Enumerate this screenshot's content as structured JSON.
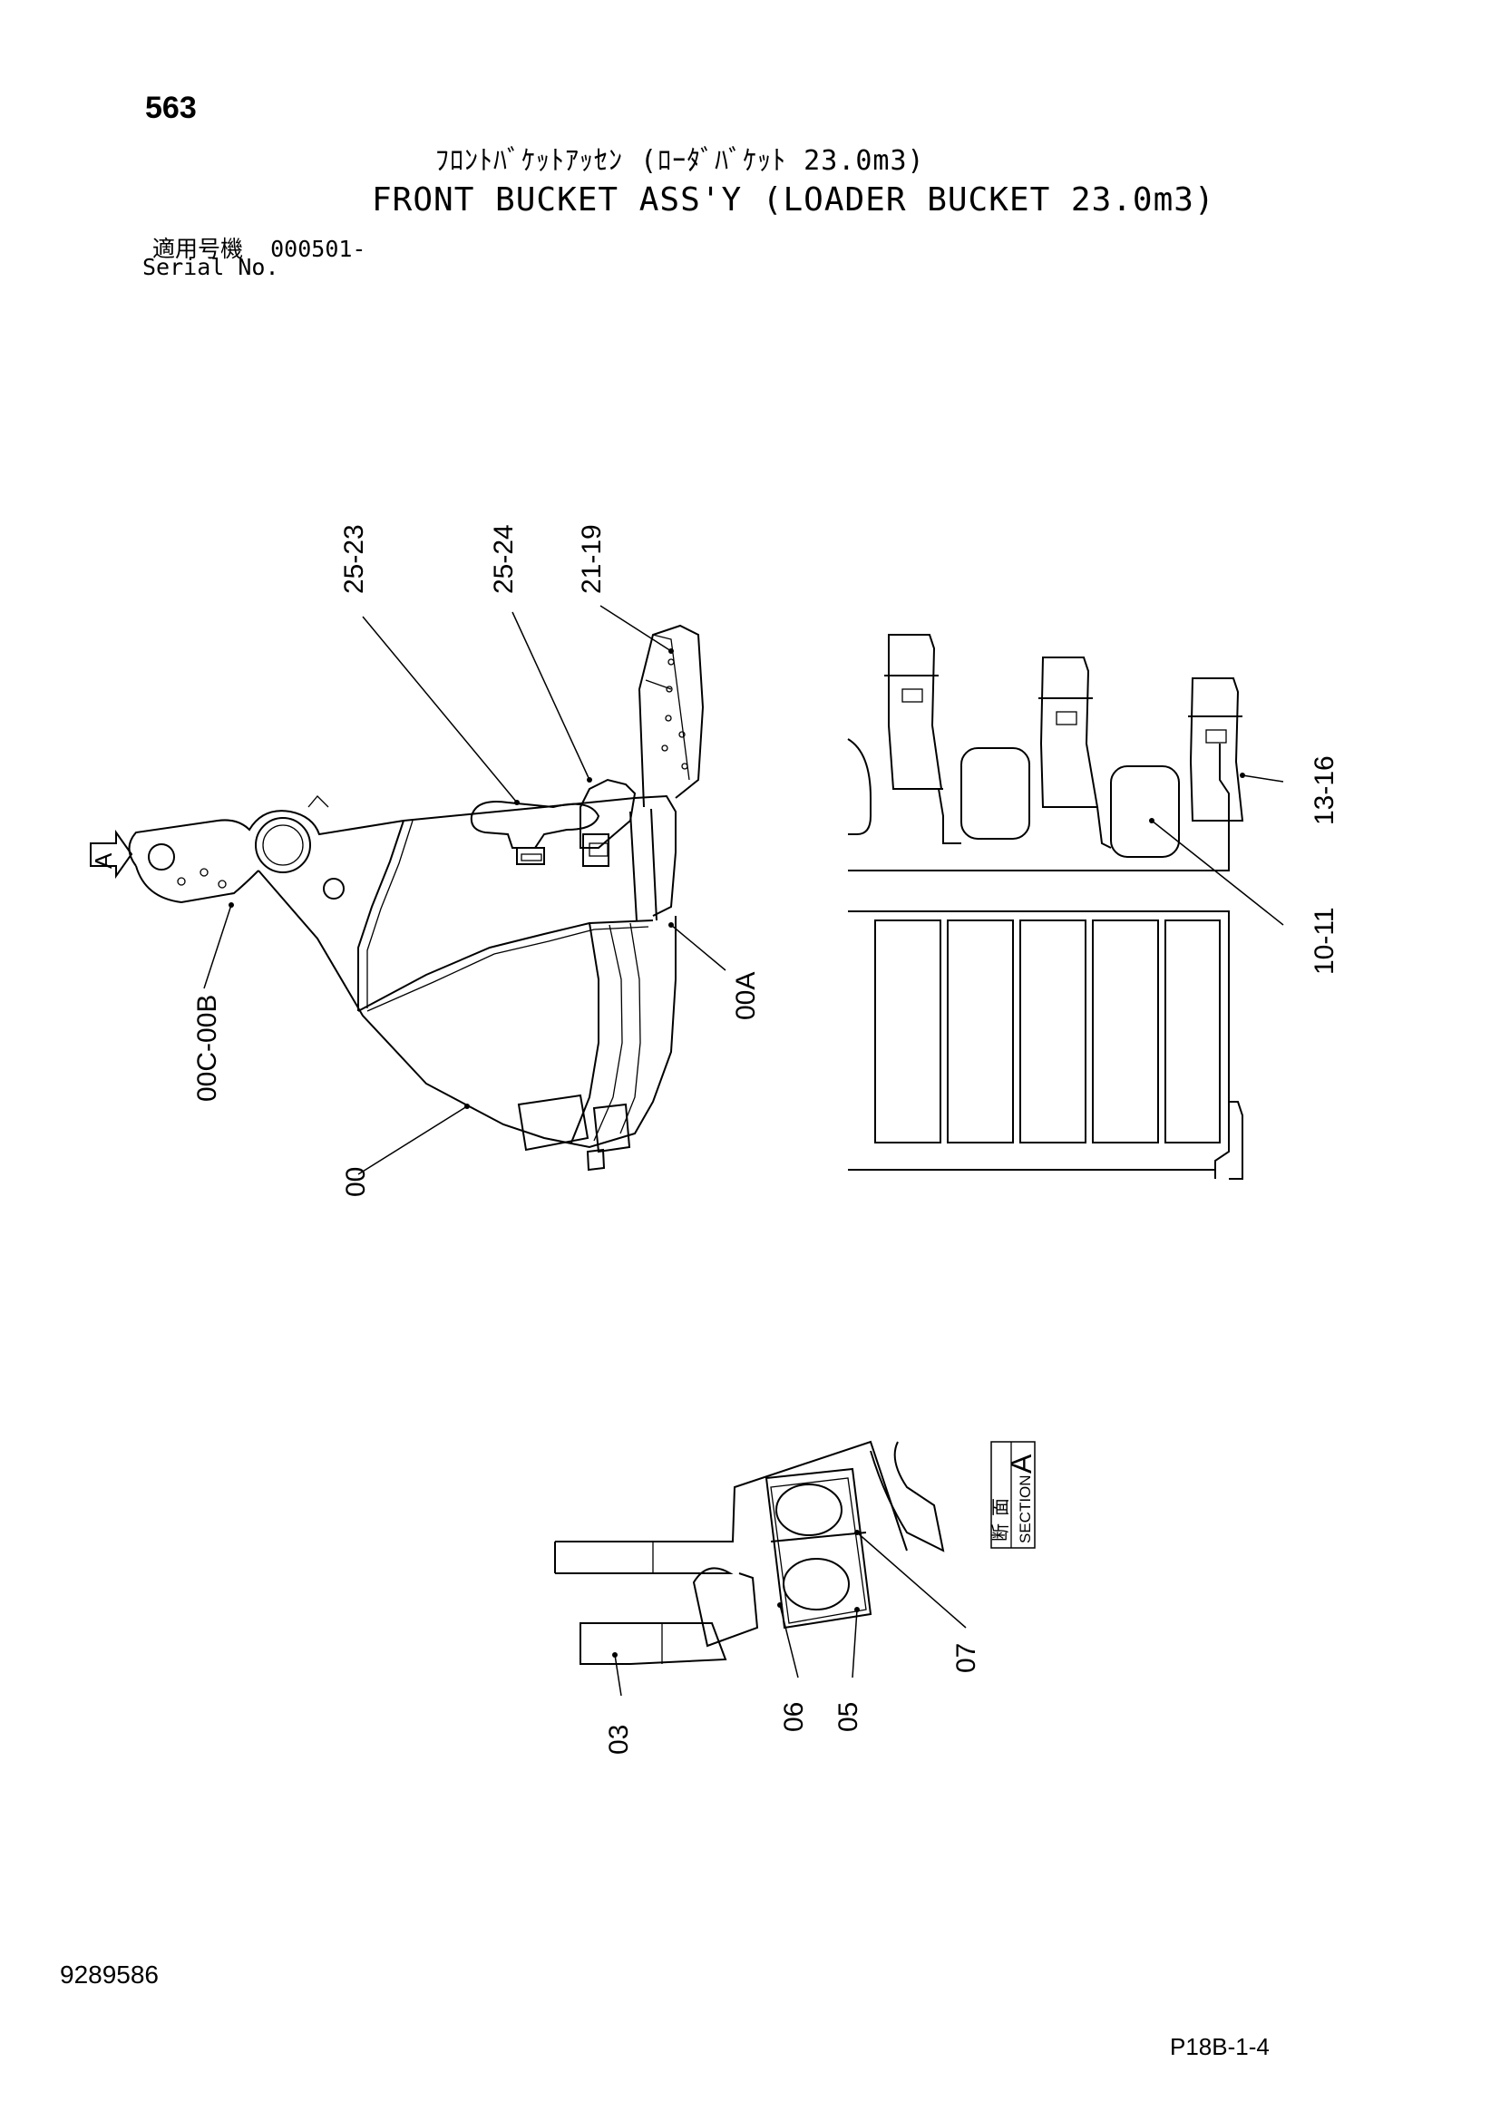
{
  "page_number": "563",
  "title_jp": "ﾌﾛﾝﾄﾊﾞｹｯﾄｱｯｾﾝ (ﾛｰﾀﾞﾊﾞｹｯﾄ 23.0m3)",
  "title_en": "FRONT BUCKET ASS'Y (LOADER BUCKET 23.0m3)",
  "serial_label_jp": "適用号機",
  "serial_value": "000501-",
  "serial_label_en": "Serial No.",
  "drawing_number": "9289586",
  "page_reference": "P18B-1-4",
  "view_marker": "A",
  "section_label": {
    "jp_top": "断",
    "jp_bottom": "面",
    "en": "SECTION",
    "letter": "A"
  },
  "callouts": {
    "c_25_23": "25-23",
    "c_25_24": "25-24",
    "c_21_19": "21-19",
    "c_13_16": "13-16",
    "c_10_11": "10-11",
    "c_00a": "00A",
    "c_00c_00b": "00C-00B",
    "c_00": "00",
    "c_07": "07",
    "c_06": "06",
    "c_05": "05",
    "c_03": "03"
  }
}
